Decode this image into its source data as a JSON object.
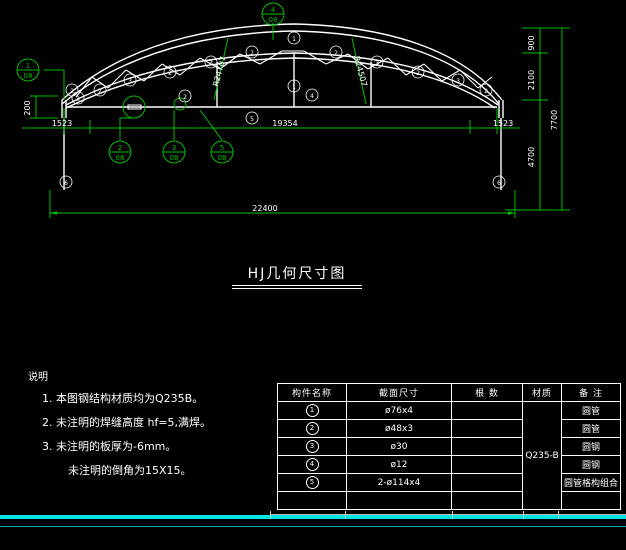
{
  "drawing": {
    "title": "HJ几何尺寸图",
    "dimensions": {
      "overall_span": "22400",
      "chord_span": "19354",
      "left_end_offset": "1523",
      "right_end_offset": "1523",
      "left_height_small": "200",
      "top_rise": "900",
      "mid_height": "2100",
      "column_height": "4700",
      "total_height": "7700"
    },
    "radii": {
      "left_radius": "R24707",
      "right_radius": "R24507"
    },
    "detail_bubbles": [
      {
        "id": "bubble-1",
        "top": "1",
        "bottom": "08"
      },
      {
        "id": "bubble-2",
        "top": "2",
        "bottom": "08"
      },
      {
        "id": "bubble-3",
        "top": "3",
        "bottom": "08"
      },
      {
        "id": "bubble-4",
        "top": "4",
        "bottom": "08"
      },
      {
        "id": "bubble-5",
        "top": "5",
        "bottom": "08"
      }
    ],
    "member_tags": [
      "1",
      "2",
      "3",
      "4",
      "5",
      "6"
    ],
    "colors": {
      "dimension_green": "#00c000",
      "geometry_white": "#ffffff",
      "background": "#000000",
      "accent_cyan": "#00e5e5"
    }
  },
  "notes": {
    "heading": "说明",
    "items": [
      "1. 本图钢结构材质均为Q235B。",
      "2. 未注明的焊缝高度 hf=5,满焊。",
      "3. 未注明的板厚为-6mm。"
    ],
    "sub_item": "未注明的倒角为15X15。"
  },
  "table": {
    "headers": [
      "构件名称",
      "截面尺寸",
      "根  数",
      "材质",
      "备    注"
    ],
    "material": "Q235-B",
    "rows": [
      {
        "name": "1",
        "size": "ø76x4",
        "count": "",
        "note": "圆管"
      },
      {
        "name": "2",
        "size": "ø48x3",
        "count": "",
        "note": "圆管"
      },
      {
        "name": "3",
        "size": "ø30",
        "count": "",
        "note": "圆钢"
      },
      {
        "name": "4",
        "size": "ø12",
        "count": "",
        "note": "圆钢"
      },
      {
        "name": "5",
        "size": "2-ø114x4",
        "count": "",
        "note": "圆管格构组合"
      },
      {
        "name": "",
        "size": "",
        "count": "",
        "note": ""
      }
    ]
  }
}
